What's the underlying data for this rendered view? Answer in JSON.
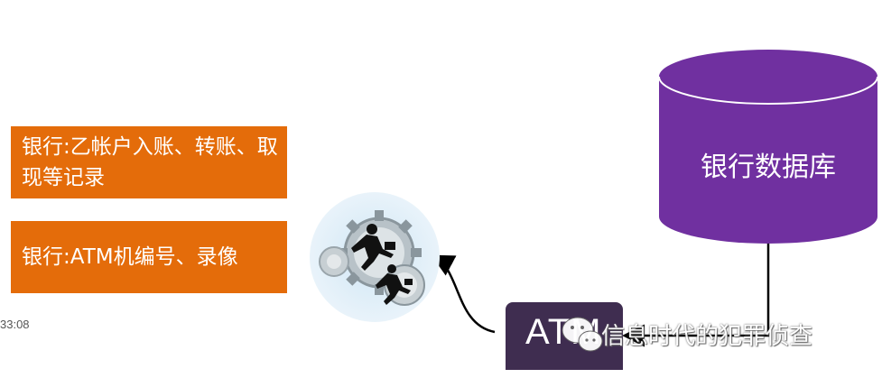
{
  "boxes": {
    "record1": "银行:乙帐户入账、转账、取现等记录",
    "record2": "银行:ATM机编号、录像"
  },
  "database": {
    "label": "银行数据库",
    "color": "#7030A0"
  },
  "atm": {
    "label": "ATM",
    "color": "#3F2D50"
  },
  "timestamp": "33:08",
  "watermark": {
    "text": "信息时代的犯罪侦查",
    "icon": "wechat-icon"
  },
  "colors": {
    "orange": "#E46C0A"
  },
  "illustration": {
    "icon": "people-on-gears-icon"
  }
}
